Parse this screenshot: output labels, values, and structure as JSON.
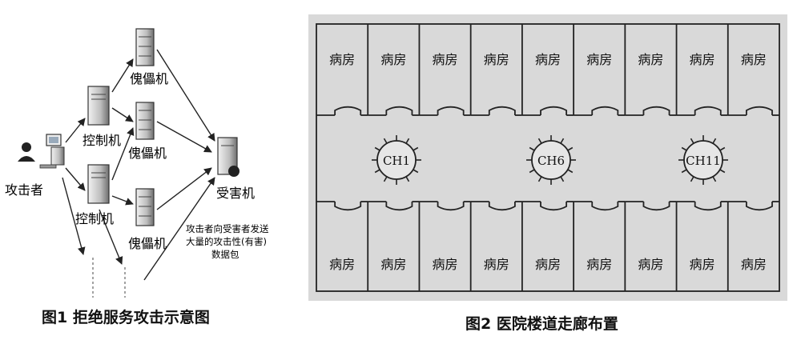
{
  "figure1": {
    "caption": "图1  拒绝服务攻击示意图",
    "attacker_label": "攻击者",
    "control_label": "控制机",
    "zombie_label": "傀儡机",
    "victim_label": "受害机",
    "note_lines": [
      "攻击者向受害者发送",
      "大量的攻击性(有害)",
      "数据包"
    ]
  },
  "figure2": {
    "caption": "图2  医院楼道走廊布置",
    "room_label": "病房",
    "nodes": [
      "CH1",
      "CH6",
      "CH11"
    ]
  }
}
